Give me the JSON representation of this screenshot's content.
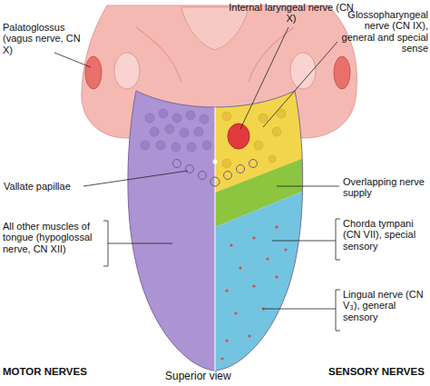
{
  "diagram": {
    "labels": [
      "Internal laryngeal nerve (CN X)",
      "Palatoglossus (vagus nerve, CN X)",
      "Glossopharyngeal nerve (CN IX), general and special sense",
      "Vallate papillae",
      "Overlapping nerve supply",
      "All other muscles of tongue (hypoglossal nerve, CN XII)",
      "Chorda tympani (CN VII), special sensory",
      "Lingual nerve (CN V₃), general sensory",
      "MOTOR NERVES",
      "Superior view",
      "SENSORY NERVES"
    ]
  }
}
